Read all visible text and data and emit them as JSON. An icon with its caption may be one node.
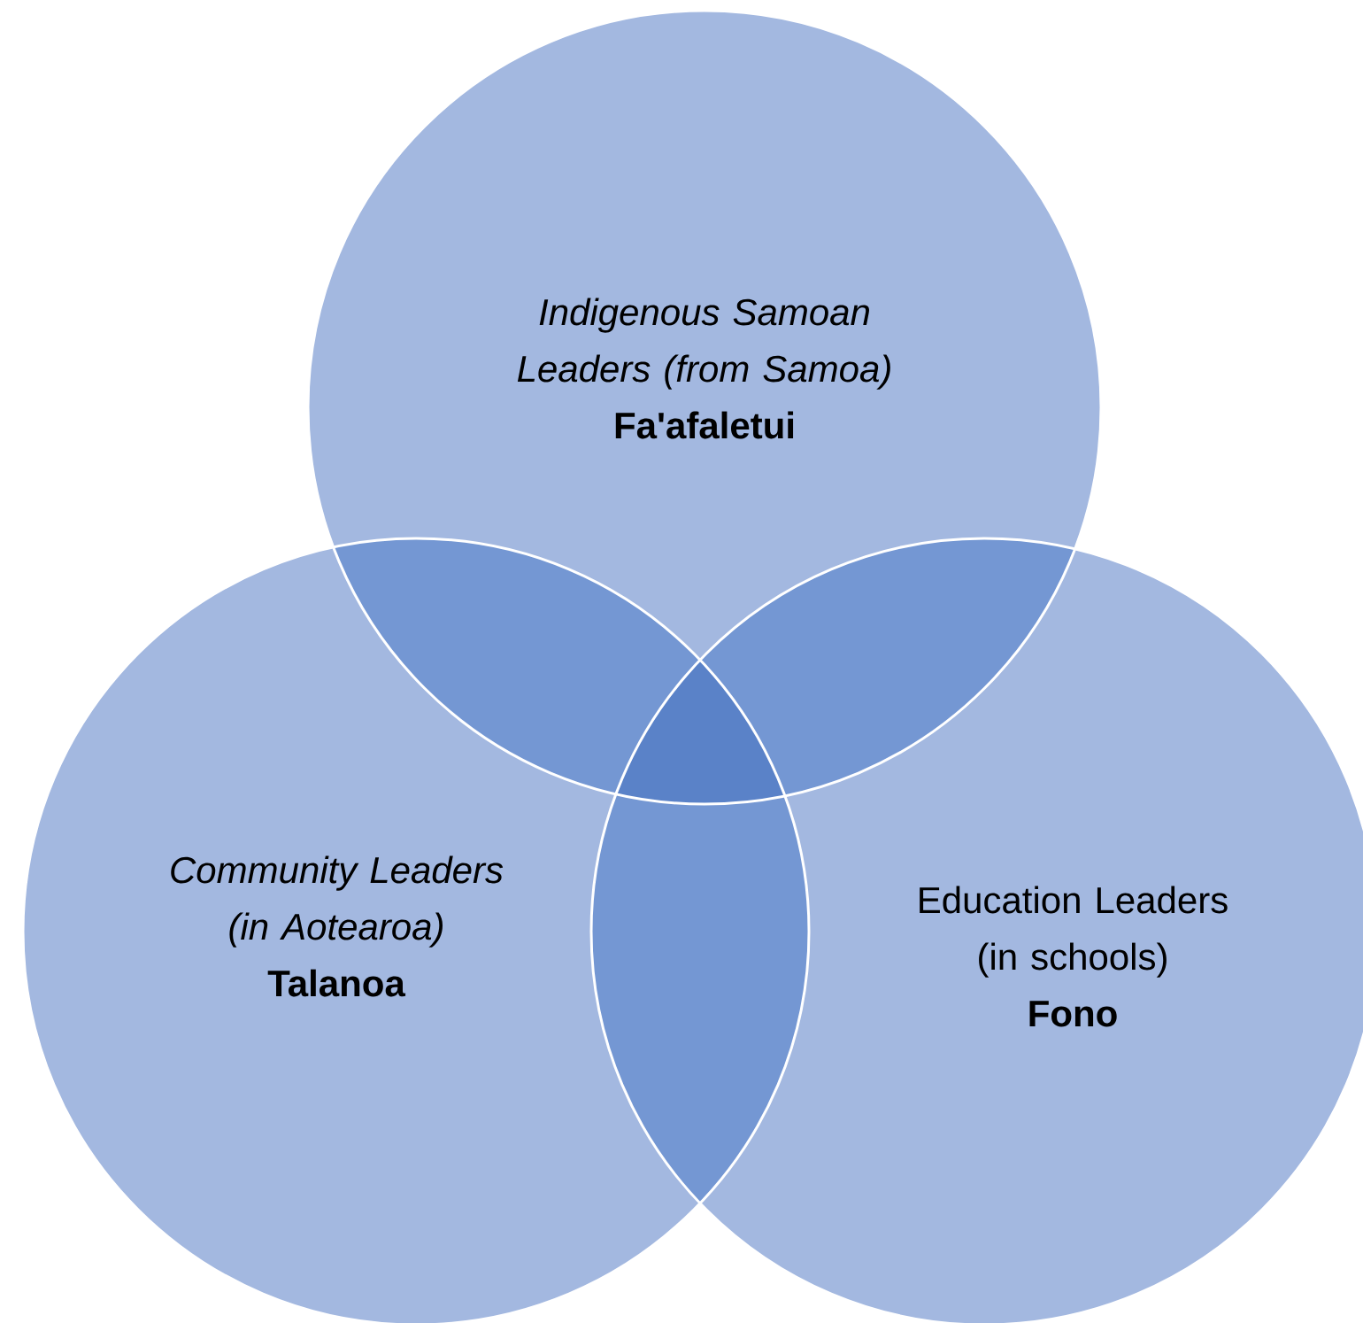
{
  "diagram": {
    "nodes": [
      {
        "text": [
          "Indigenous Samoan Leaders (from Samoa)",
          "Fa'afaletui"
        ]
      },
      {
        "text": [
          "Community Leaders (in Aotearoa)",
          "Talanoa"
        ]
      },
      {
        "text": [
          "Education Leaders (in schools)",
          "Fono"
        ]
      }
    ]
  }
}
